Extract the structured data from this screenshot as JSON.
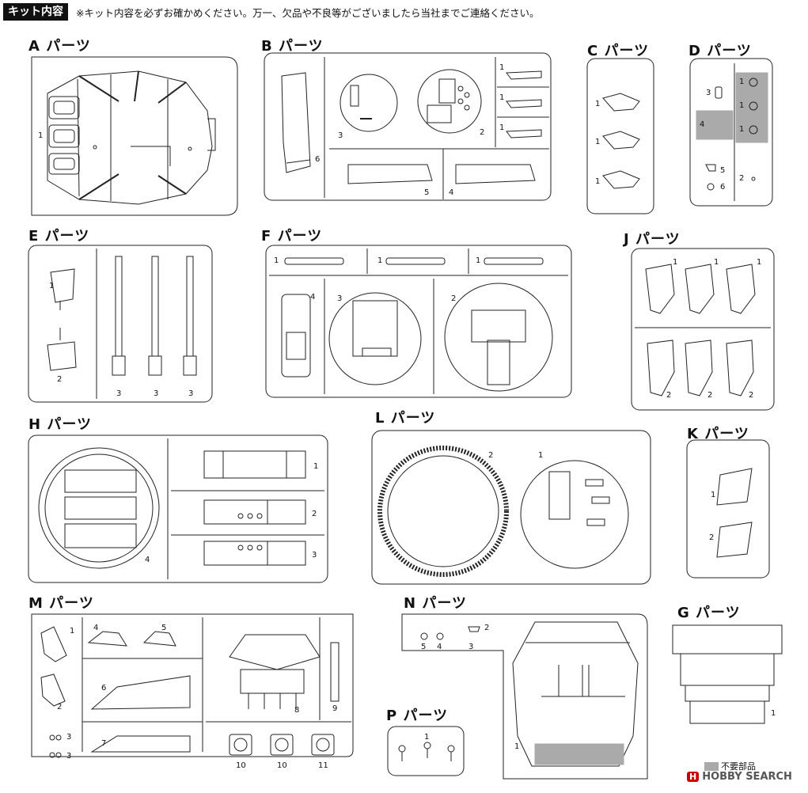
{
  "header": {
    "label": "キット内容",
    "note": "※キット内容を必ずお確かめください。万一、欠品や不良等がございましたら当社までご連絡ください。"
  },
  "sprues": {
    "A": {
      "title": "A パーツ",
      "parts": [
        "1"
      ]
    },
    "B": {
      "title": "B パーツ",
      "parts": [
        "3",
        "2",
        "1",
        "1",
        "1",
        "6",
        "5",
        "4"
      ]
    },
    "C": {
      "title": "C パーツ",
      "parts": [
        "1",
        "1",
        "1"
      ]
    },
    "D": {
      "title": "D パーツ",
      "parts": [
        "3",
        "4",
        "1",
        "1",
        "1",
        "5",
        "6",
        "2"
      ]
    },
    "E": {
      "title": "E パーツ",
      "parts": [
        "1",
        "2",
        "3",
        "3",
        "3"
      ]
    },
    "F": {
      "title": "F パーツ",
      "parts": [
        "1",
        "1",
        "1",
        "4",
        "3",
        "2"
      ]
    },
    "J": {
      "title": "J パーツ",
      "parts": [
        "1",
        "1",
        "1",
        "2",
        "2",
        "2"
      ]
    },
    "H": {
      "title": "H パーツ",
      "parts": [
        "4",
        "1",
        "2",
        "3"
      ]
    },
    "L": {
      "title": "L パーツ",
      "parts": [
        "2",
        "1"
      ]
    },
    "K": {
      "title": "K パーツ",
      "parts": [
        "1",
        "2"
      ]
    },
    "M": {
      "title": "M パーツ",
      "parts": [
        "1",
        "2",
        "3",
        "3",
        "4",
        "5",
        "6",
        "7",
        "8",
        "9",
        "10",
        "10",
        "11"
      ]
    },
    "N": {
      "title": "N パーツ",
      "parts": [
        "2",
        "5",
        "4",
        "3",
        "1"
      ]
    },
    "P": {
      "title": "P パーツ",
      "parts": [
        "1"
      ]
    },
    "G": {
      "title": "G パーツ",
      "parts": [
        "1"
      ]
    }
  },
  "legend": {
    "label": "不要部品",
    "swatch_color": "#aaaaaa"
  },
  "watermark": {
    "brand": "HOBBY SEARCH",
    "badge": "H"
  }
}
